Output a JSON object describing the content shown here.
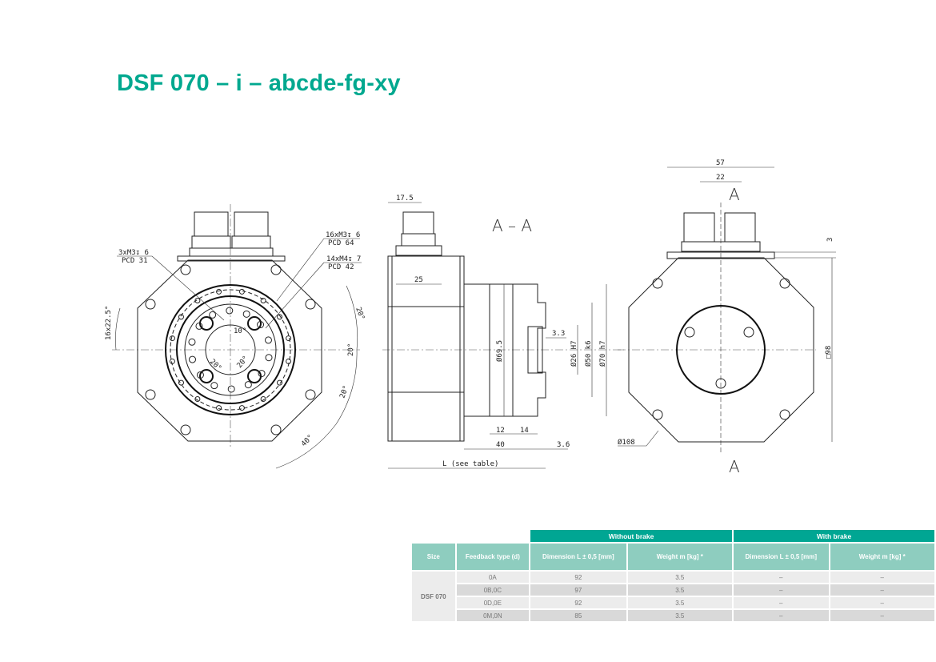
{
  "title": "DSF 070 – i – abcde-fg-xy",
  "drawing": {
    "front": {
      "callout_left": [
        "3xM3↧ 6",
        "PCD 31"
      ],
      "callout_top": [
        "16xM3↧ 6",
        "PCD 64"
      ],
      "callout_mid": [
        "14xM4↧ 7",
        "PCD 42"
      ],
      "angle_left": "16x22.5°",
      "angle_a": "20°",
      "angle_b": "20°",
      "angle_c": "20°",
      "angle_d": "40°",
      "angle_in1": "10°",
      "angle_in2": "20°",
      "angle_in3": "20°"
    },
    "section": {
      "title": "A – A",
      "d175": "17.5",
      "d25": "25",
      "d695": "Ø69.5",
      "d33": "3.3",
      "d26": "Ø26  H7",
      "d50": "Ø50  k6",
      "d70": "Ø70  h7",
      "d12": "12",
      "d14": "14",
      "d40": "40",
      "d36": "3.6",
      "dL": "L (see table)"
    },
    "rear": {
      "d57": "57",
      "d22": "22",
      "secA_top": "A",
      "secA_bot": "A",
      "d3": "3",
      "d98": "□98",
      "d108": "Ø108"
    }
  },
  "table": {
    "group_headers": [
      "Without brake",
      "With brake"
    ],
    "columns": [
      "Size",
      "Feedback type (d)",
      "Dimension L ± 0,5 [mm]",
      "Weight m [kg] *",
      "Dimension L ± 0,5 [mm]",
      "Weight m [kg] *"
    ],
    "size": "DSF 070",
    "rows": [
      {
        "feedback": "0A",
        "dim_l": "92",
        "weight": "3.5",
        "dim_l_brake": "–",
        "weight_brake": "–"
      },
      {
        "feedback": "0B,0C",
        "dim_l": "97",
        "weight": "3.5",
        "dim_l_brake": "–",
        "weight_brake": "–"
      },
      {
        "feedback": "0D,0E",
        "dim_l": "92",
        "weight": "3.5",
        "dim_l_brake": "–",
        "weight_brake": "–"
      },
      {
        "feedback": "0M,0N",
        "dim_l": "85",
        "weight": "3.5",
        "dim_l_brake": "–",
        "weight_brake": "–"
      }
    ]
  },
  "colors": {
    "brand": "#00a88f",
    "header_dark": "#00a693",
    "header_light": "#8ecdbf"
  }
}
